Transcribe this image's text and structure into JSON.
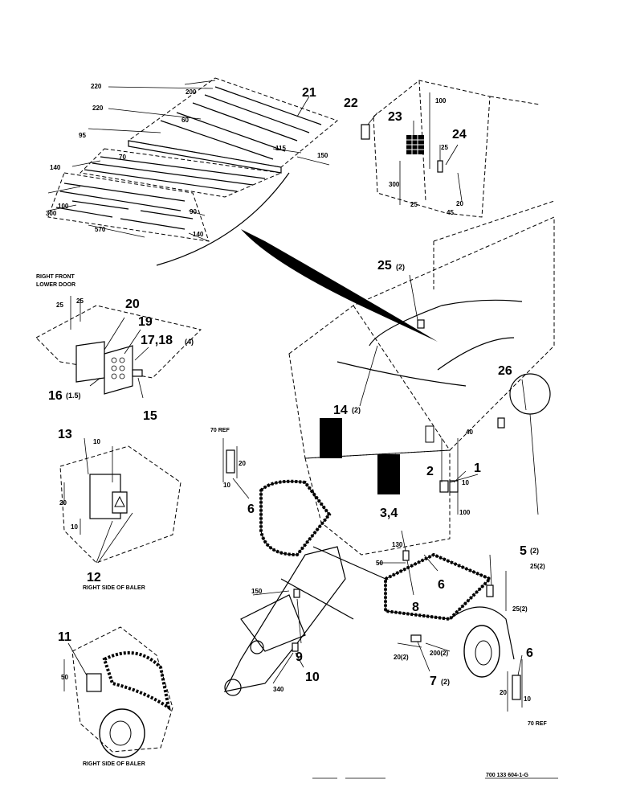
{
  "drawing_number": "700 133 604-1-G",
  "callouts": {
    "c21": "21",
    "c22": "22",
    "c23": "23",
    "c24": "24",
    "c25": "25",
    "c25q": "(2)",
    "c20": "20",
    "c19": "19",
    "c17_18": "17,18",
    "c17_18q": "(4)",
    "c16": "16",
    "c16q": "(1.5)",
    "c15": "15",
    "c14": "14",
    "c14q": "(2)",
    "c13": "13",
    "c12": "12",
    "c26": "26",
    "c2": "2",
    "c1": "1",
    "c3_4": "3,4",
    "c5": "5",
    "c5q": "(2)",
    "c6a": "6",
    "c6b": "6",
    "c6c": "6",
    "c7": "7",
    "c7q": "(2)",
    "c8": "8",
    "c9": "9",
    "c10": "10",
    "c11": "11"
  },
  "labels": {
    "right_front_lower_door_1": "RIGHT FRONT",
    "right_front_lower_door_2": "LOWER DOOR",
    "right_side_of_baler_1": "RIGHT SIDE OF BALER",
    "right_side_of_baler_2": "RIGHT SIDE OF BALER",
    "ref_70_a": "70 REF",
    "ref_70_b": "70 REF"
  },
  "dimensions": {
    "d220a": "220",
    "d220b": "220",
    "d95": "95",
    "d70": "70",
    "d140a": "140",
    "d100a": "100",
    "d300a": "300",
    "d570": "570",
    "d90": "90",
    "d140b": "140",
    "d200": "200",
    "d60": "60",
    "d115": "115",
    "d150a": "150",
    "d100b": "100",
    "d25a": "25",
    "d300b": "300",
    "d25b": "25",
    "d45": "45",
    "d20a": "20",
    "d25c": "25",
    "d25d": "25",
    "d10a": "10",
    "d20b": "20",
    "d10b": "10",
    "d20c": "20",
    "d10c": "10",
    "d40": "40",
    "d10d": "10",
    "d100c": "100",
    "d130": "130",
    "d50a": "50",
    "d25_2a": "25(2)",
    "d25_2b": "25(2)",
    "d150b": "150",
    "d200_2": "200(2)",
    "d20_2": "20(2)",
    "d340": "340",
    "d50b": "50",
    "d20d": "20",
    "d10e": "10"
  }
}
